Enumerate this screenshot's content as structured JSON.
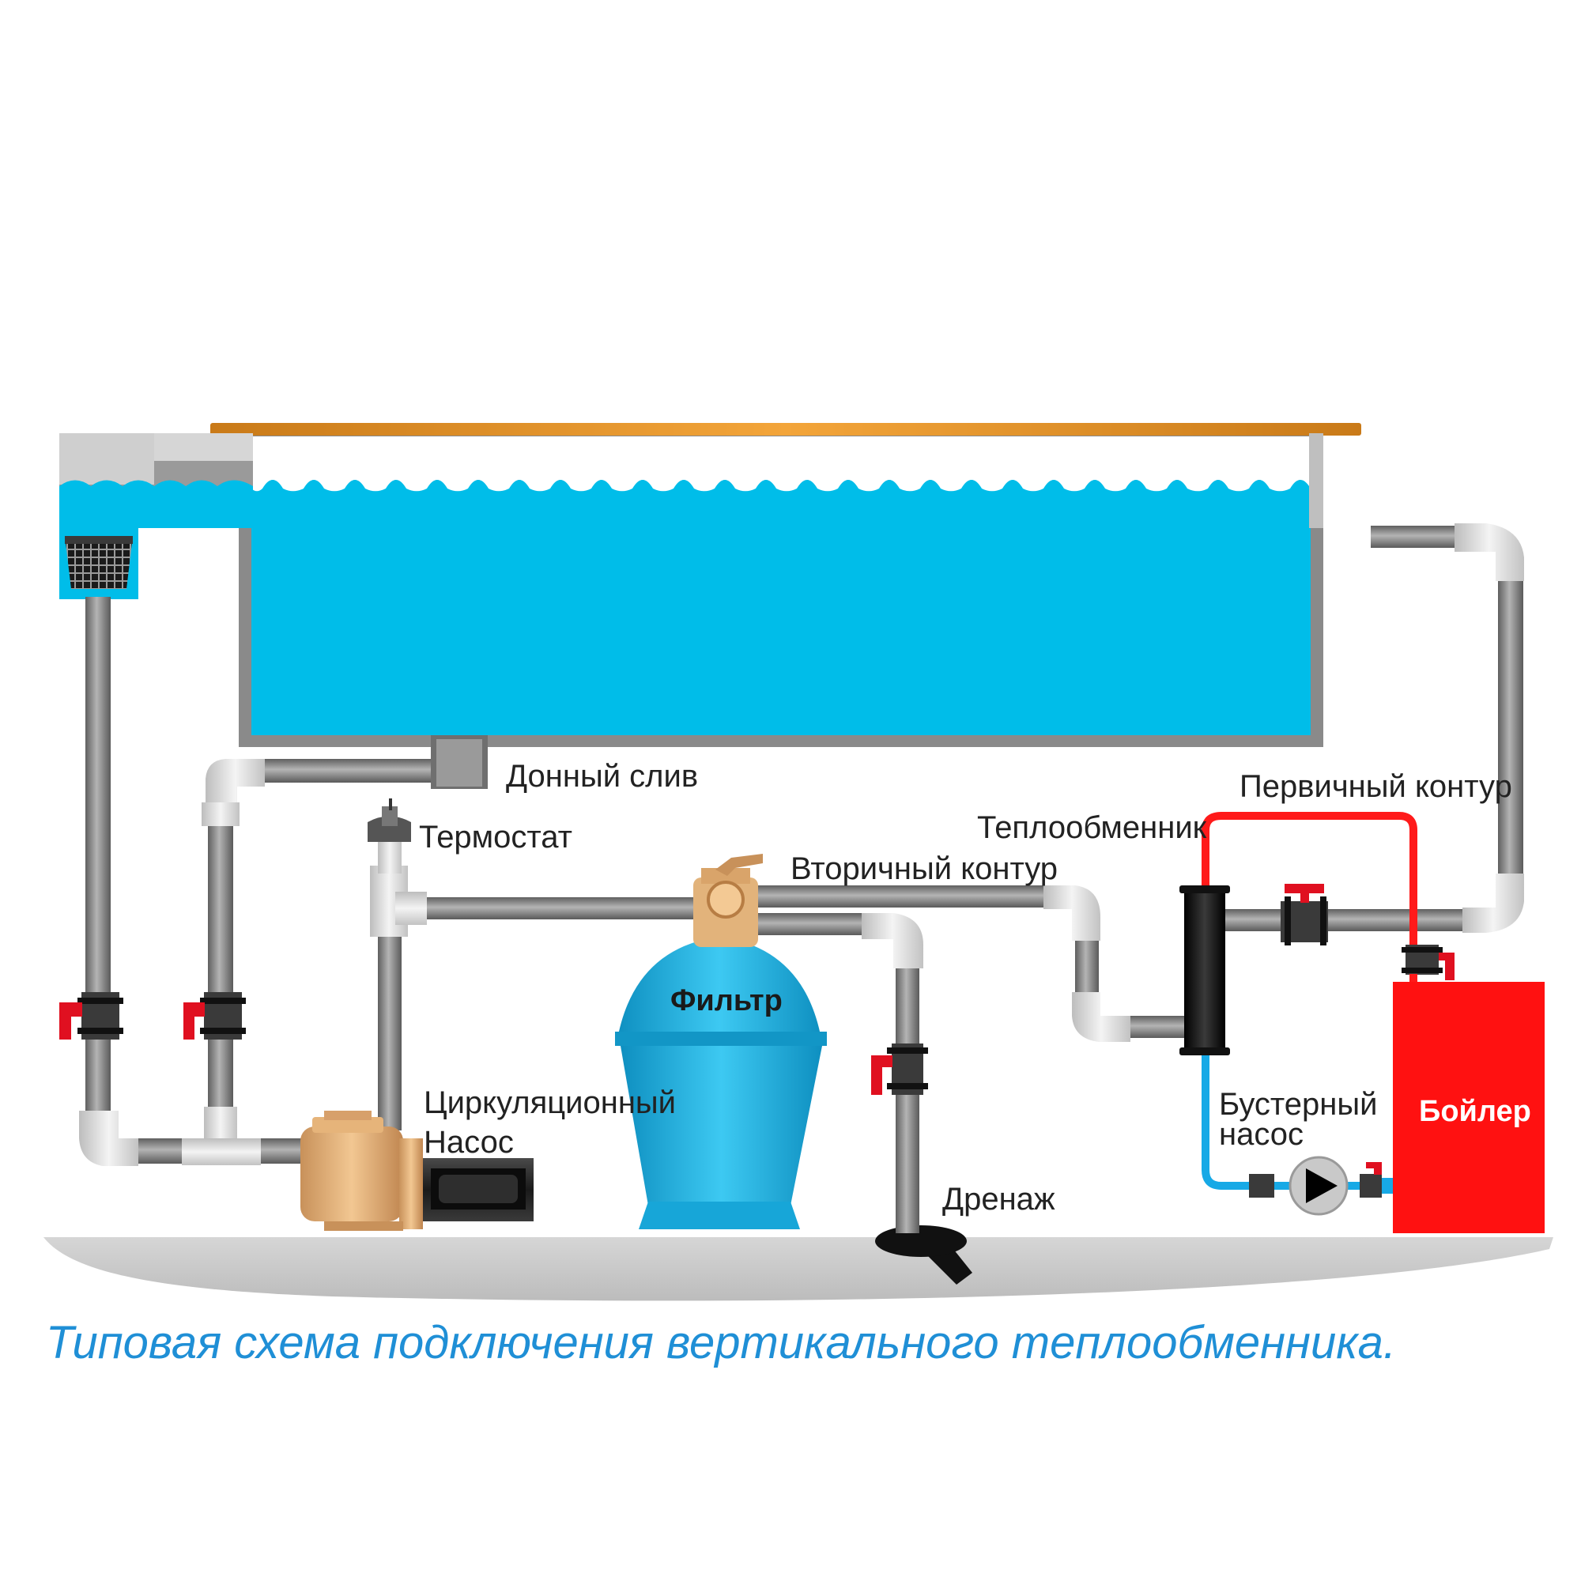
{
  "labels": {
    "bottom_drain": "Донный слив",
    "thermostat": "Термостат",
    "primary_circuit": "Первичный контур",
    "heat_exchanger": "Теплообменник",
    "secondary_circuit": "Вторичный контур",
    "filter": "Фильтр",
    "circulation_pump_line1": "Циркуляционный",
    "circulation_pump_line2": "Насос",
    "booster_pump_line1": "Бустерный",
    "booster_pump_line2": "насос",
    "boiler": "Бойлер",
    "drain": "Дренаж"
  },
  "caption": "Типовая схема подключения вертикального теплообменника.",
  "colors": {
    "water": "#00bde9",
    "pool_rim": "#e08a1e",
    "pipe": "#8e8e8e",
    "pipe_fitting": "#d8d8d8",
    "hot_line": "#ff1a1a",
    "cold_line": "#17a9e6",
    "boiler": "#ff1111",
    "filter": "#1ab0e0",
    "pump_body": "#e8b47a",
    "valve_handle": "#e01020",
    "ground": "#c9c9c9",
    "caption": "#1f8fd6"
  }
}
